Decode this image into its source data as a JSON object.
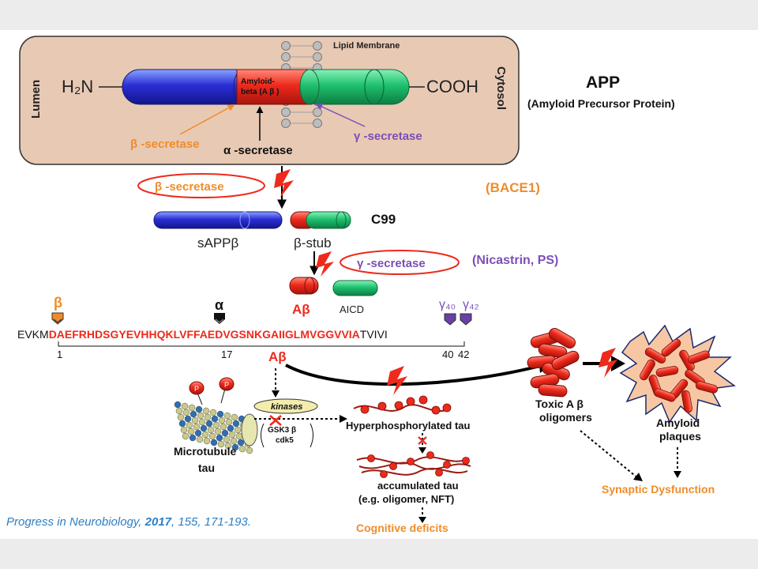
{
  "app": {
    "title": "APP",
    "subtitle": "(Amyloid Precursor Protein)",
    "n_terminus": "H₂N",
    "c_terminus": "COOH",
    "lumen_label": "Lumen",
    "cytosol_label": "Cytosol",
    "membrane_label": "Lipid Membrane",
    "abeta_label_line1": "Amyloid-",
    "abeta_label_line2": "beta (A β )",
    "beta_secretase_label": "β -secretase",
    "alpha_secretase_label": "α -secretase",
    "gamma_secretase_label": "γ -secretase"
  },
  "cleavage": {
    "beta_enzyme": "β -secretase",
    "beta_enzyme_name": "(BACE1)",
    "c99_label": "C99",
    "sappb_label": "sAPPβ",
    "stub_label": "β-stub",
    "gamma_enzyme": "γ -secretase",
    "gamma_enzyme_name": "(Nicastrin, PS)",
    "abeta_label": "Aβ",
    "aicd_label": "AICD"
  },
  "sequence": {
    "prefix": "EVKM",
    "core": "DAEFRHDSGYEVHHQKLVFFAEDVGSNKGAIIGLMVGGVVIA",
    "suffix": "TVIVI",
    "site_beta": "β",
    "site_alpha": "α",
    "site_gamma40": "γ₄₀",
    "site_gamma42": "γ₄₂",
    "num_1": "1",
    "num_17": "17",
    "num_40": "40",
    "num_42": "42",
    "abeta_label": "Aβ"
  },
  "pathway": {
    "kinases_label": "kinases",
    "gsk_label": "GSK3 β",
    "cdk_label": "cdk5",
    "microtubule_label": "Microtubule",
    "tau_label": "tau",
    "p_label": "P",
    "hyper_tau_label": "Hyperphosphorylated tau",
    "accum_tau_line1": "accumulated tau",
    "accum_tau_line2": "(e.g. oligomer, NFT)",
    "cognitive_label": "Cognitive deficits",
    "toxic_line1": "Toxic A β",
    "toxic_line2": "oligomers",
    "plaques_line1": "Amyloid",
    "plaques_line2": "plaques",
    "synaptic_label": "Synaptic Dysfunction"
  },
  "citation": {
    "journal": "Progress in Neurobiology,",
    "year": "2017",
    "pages": ", 155, 171-193."
  },
  "colors": {
    "box_fill": "#e8c9b4",
    "blue_domain": "#2b2fd6",
    "abeta_red": "#ee2a1c",
    "green_domain": "#1ec16e",
    "beta_orange": "#ef8c2a",
    "gamma_purple": "#7b4fb6",
    "citation_blue": "#2e7fc4"
  }
}
